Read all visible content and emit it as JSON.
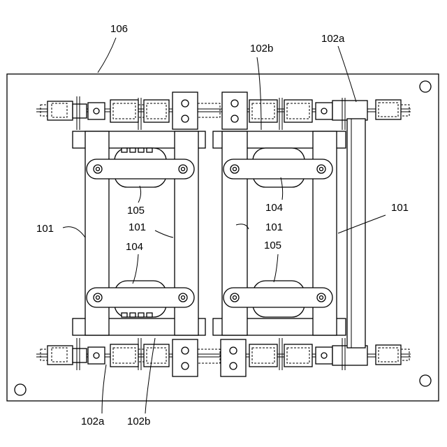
{
  "labels": {
    "base_plate": "106",
    "frame": "101",
    "spring_element_a": "104",
    "spring_element_b": "105",
    "clamp_a": "102a",
    "clamp_b": "102b"
  }
}
